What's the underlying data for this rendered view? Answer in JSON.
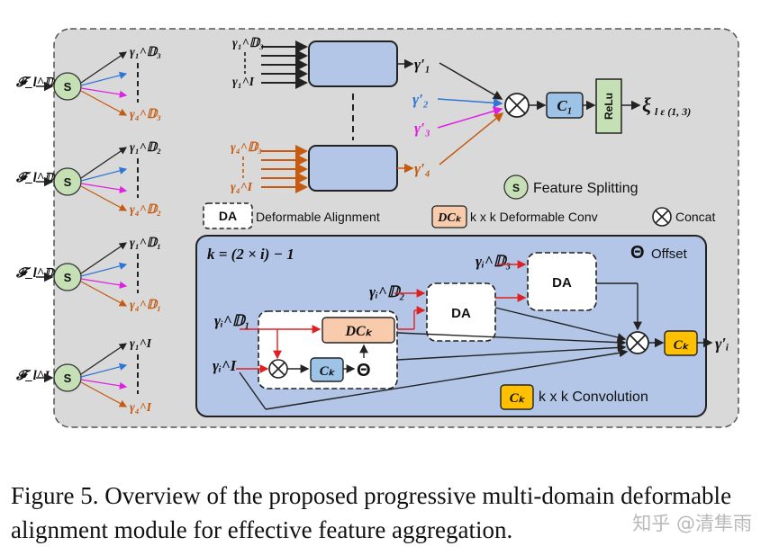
{
  "diagram": {
    "inputs": [
      "𝓕_l^𝔻₃",
      "𝓕_l^𝔻₂",
      "𝓕_l^𝔻₁",
      "𝓕_l^I"
    ],
    "split_node": "S",
    "split_outputs": [
      {
        "top": "γ₁^𝔻₃",
        "bottom": "γ₄^𝔻₃"
      },
      {
        "top": "γ₁^𝔻₂",
        "bottom": "γ₄^𝔻₂"
      },
      {
        "top": "γ₁^𝔻₁",
        "bottom": "γ₄^𝔻₁"
      },
      {
        "top": "γ₁^I",
        "bottom": "γ₄^I"
      }
    ],
    "align_top": {
      "in_top": "γ₁^𝔻₃",
      "in_bottom": "γ₁^I",
      "out": "γ′₁"
    },
    "align_bottom": {
      "in_top": "γ₄^𝔻₃",
      "in_bottom": "γ₄^I",
      "out": "γ′₄"
    },
    "mid_outputs": [
      "γ′₂",
      "γ′₃"
    ],
    "c1_label": "C₁",
    "relu_label": "ReLu",
    "output_label": "ξ",
    "output_sub": "l ε (1, 3)",
    "legend": {
      "feature_splitting": "Feature Splitting",
      "da_box": "DA",
      "da_text": "Deformable Alignment",
      "dck_box": "DCₖ",
      "dck_text": "k x k Deformable Conv",
      "concat_text": "Concat",
      "conv_box": "Cₖ",
      "conv_text": "k x k Convolution",
      "offset_text": "Offset"
    },
    "detail": {
      "formula": "k = (2 × i) − 1",
      "inputs": [
        "γᵢ^𝔻₃",
        "γᵢ^𝔻₂",
        "γᵢ^𝔻₁",
        "γᵢ^I"
      ],
      "da_label": "DA",
      "dck_label": "DCₖ",
      "ck_label": "Cₖ",
      "theta_label": "Θ",
      "output": "γ′ᵢ"
    }
  },
  "caption": "Figure 5. Overview of the proposed progressive multi-domain deformable alignment module for effective feature aggregation.",
  "watermark": "知乎 @清隼雨",
  "colors": {
    "panel_bg": "#d9d9d9",
    "detail_bg": "#b4c6e7",
    "align_box": "#b4c6e7",
    "split_node": "#c5e0b4",
    "c1_box": "#9dc3e6",
    "relu_box": "#c5e0b4",
    "dck_box": "#f8cbad",
    "conv_yellow": "#ffc000",
    "ck_blue": "#9dc3e6",
    "blue": "#2e75d6",
    "magenta": "#e020e0",
    "orange": "#c55a11",
    "red": "#e02020"
  }
}
